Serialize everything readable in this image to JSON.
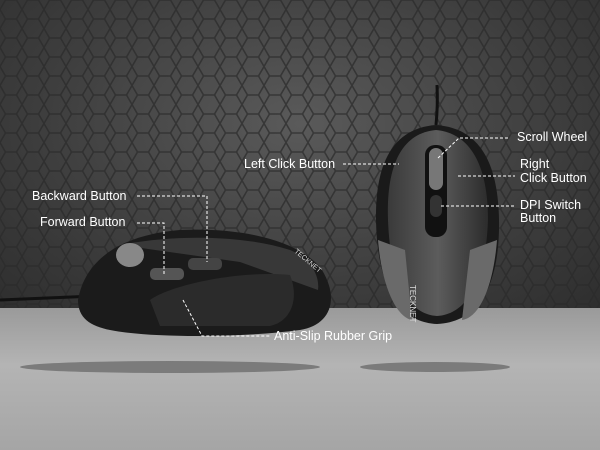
{
  "brand": "TECKNET",
  "labels": {
    "scroll_wheel": "Scroll Wheel",
    "left_click": "Left Click Button",
    "right_click_1": "Right",
    "right_click_2": "Click Button",
    "dpi_switch_1": "DPI Switch",
    "dpi_switch_2": "Button",
    "backward": "Backward Button",
    "forward": "Forward Button",
    "grip": "Anti-Slip Rubber Grip"
  }
}
